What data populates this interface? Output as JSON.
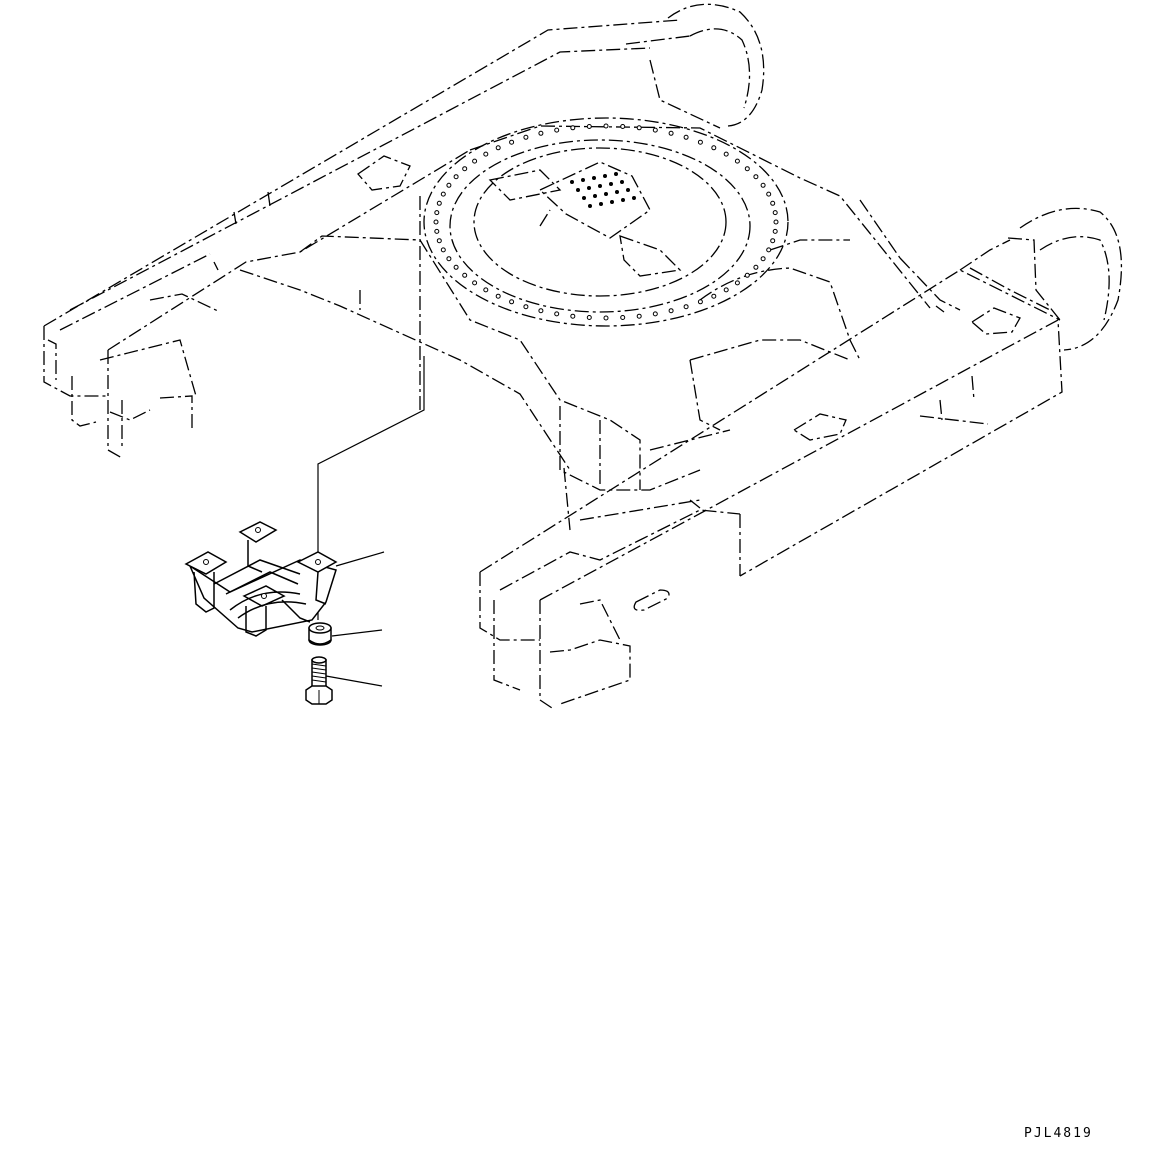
{
  "drawing": {
    "code": "PJL4819",
    "stroke_color": "#000000",
    "background_color": "#ffffff"
  },
  "parts": [
    {
      "id": "frame-outline",
      "style": "dashed reference outline"
    },
    {
      "id": "guard-bracket",
      "style": "solid part"
    },
    {
      "id": "spacer",
      "style": "solid part"
    },
    {
      "id": "bolt",
      "style": "solid part"
    }
  ]
}
